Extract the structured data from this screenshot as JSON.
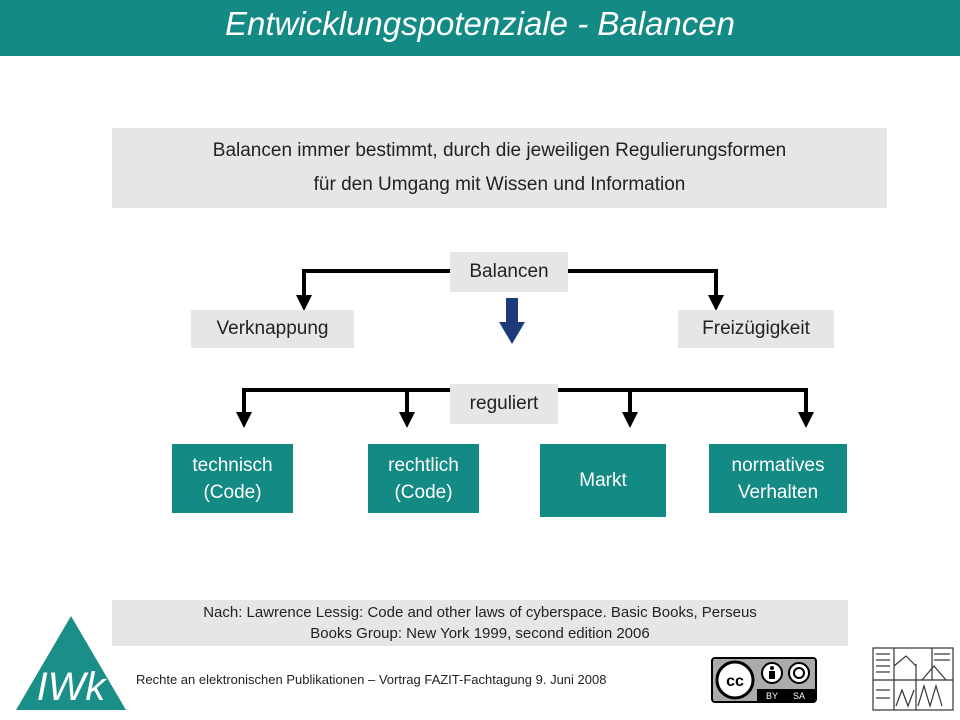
{
  "header": {
    "title": "Entwicklungspotenziale -  Balancen",
    "color": "#138a84"
  },
  "intro": {
    "line1": "Balancen immer bestimmt, durch die jeweiligen Regulierungsformen",
    "line2": "für den Umgang mit Wissen und Information"
  },
  "diagram": {
    "balancen": "Balancen",
    "left": "Verknappung",
    "right": "Freizügigkeit",
    "reguliert": "reguliert",
    "boxes": [
      {
        "line1": "technisch",
        "line2": "(Code)"
      },
      {
        "line1": "rechtlich",
        "line2": "(Code)"
      },
      {
        "line1": "Markt",
        "line2": ""
      },
      {
        "line1": "normatives",
        "line2": "Verhalten"
      }
    ]
  },
  "source": {
    "line1": "Nach: Lawrence Lessig: Code and other laws of cyberspace. Basic Books, Perseus",
    "line2": "Books Group: New York 1999,  second edition 2006"
  },
  "footer": {
    "text": "Rechte an elektronischen Publikationen – Vortrag FAZIT-Fachtagung  9. Juni 2008",
    "logo_text": "IWk",
    "cc_by": "BY",
    "cc_sa": "SA"
  }
}
